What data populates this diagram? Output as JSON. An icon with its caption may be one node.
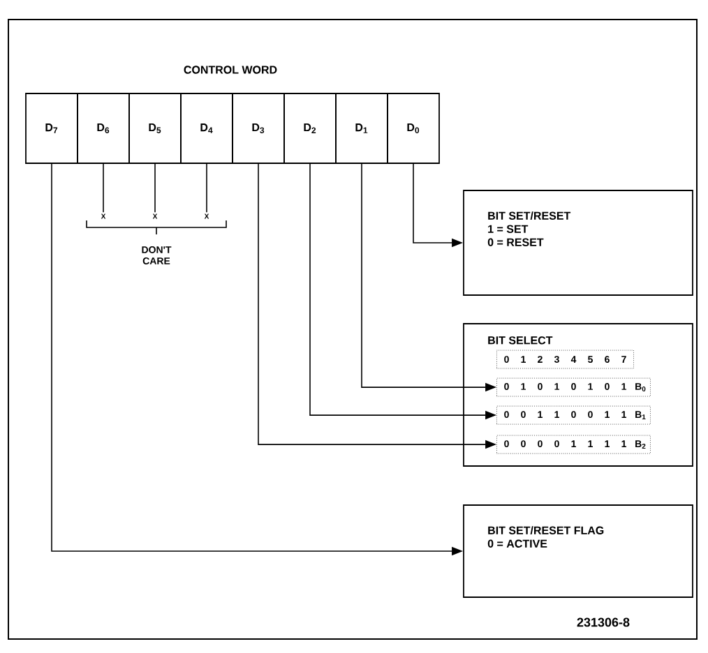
{
  "diagram": {
    "title": "CONTROL WORD",
    "nodes": [
      {
        "text": [
          "D$_{7}$"
        ]
      },
      {
        "text": [
          "D$_{6}$"
        ]
      },
      {
        "text": [
          "D$_{5}$"
        ]
      },
      {
        "text": [
          "D$_{4}$"
        ]
      },
      {
        "text": [
          "D$_{3}$"
        ]
      },
      {
        "text": [
          "D$_{2}$"
        ]
      },
      {
        "text": [
          "D$_{1}$"
        ]
      },
      {
        "text": [
          "D$_{0}$"
        ]
      },
      {
        "text": [
          "X"
        ]
      },
      {
        "text": [
          "X"
        ]
      },
      {
        "text": [
          "X"
        ]
      },
      {
        "text": [
          "BIT SET/RESET",
          "1 = SET",
          "0 = RESET"
        ]
      },
      {
        "text": [
          "BIT SELECT"
        ]
      },
      {
        "text": [
          "0",
          "1",
          "2",
          "3",
          "4",
          "5",
          "6",
          "7"
        ],
        "in": 12
      },
      {
        "text": [
          "0",
          "1",
          "0",
          "1",
          "0",
          "1",
          "0",
          "1",
          "B$_{0}$"
        ],
        "in": 12
      },
      {
        "text": [
          "0",
          "0",
          "1",
          "1",
          "0",
          "0",
          "1",
          "1",
          "B$_{1}$"
        ],
        "in": 12
      },
      {
        "text": [
          "0",
          "0",
          "0",
          "0",
          "1",
          "1",
          "1",
          "1",
          "B$_{2}$"
        ],
        "in": 12
      },
      {
        "text": [
          "BIT SET/RESET FLAG",
          "0 = ACTIVE"
        ]
      }
    ],
    "edges": [
      {
        "from": 7,
        "to": 11,
        "arrow": "to"
      },
      {
        "from": 6,
        "to": 14,
        "arrow": "to"
      },
      {
        "from": 5,
        "to": 15,
        "arrow": "to"
      },
      {
        "from": 4,
        "to": 16,
        "arrow": "to"
      },
      {
        "from": 0,
        "to": 17,
        "arrow": "to"
      },
      {
        "from": 1,
        "to": 8,
        "arrow": "none"
      },
      {
        "from": 2,
        "to": 9,
        "arrow": "none"
      },
      {
        "from": 3,
        "to": 10,
        "arrow": "none"
      }
    ],
    "labels": [
      "DON'T CARE",
      "231306-8"
    ]
  }
}
